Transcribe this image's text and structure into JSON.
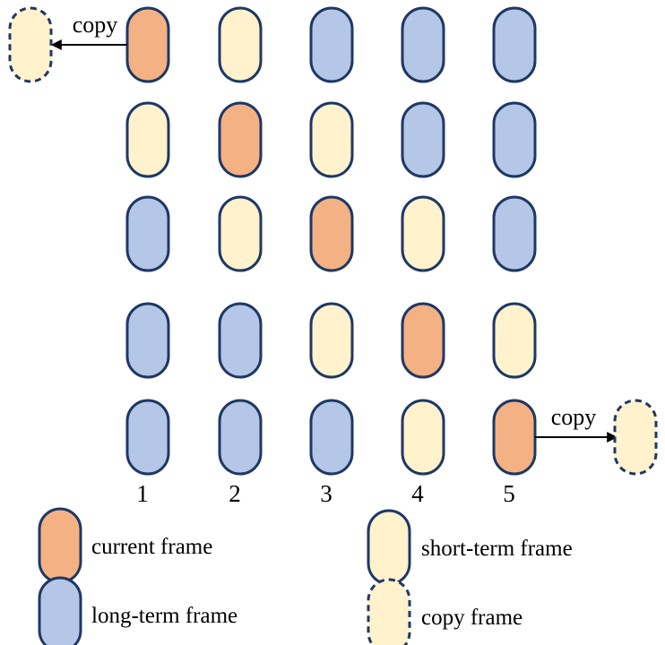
{
  "colors": {
    "current": "#F4B183",
    "short_term": "#FFF2CC",
    "long_term": "#B4C7E7",
    "copy": "#FFF2CC",
    "outline": "#1F3864",
    "arrow": "#000000"
  },
  "grid": {
    "column_labels": [
      "1",
      "2",
      "3",
      "4",
      "5"
    ],
    "rows": [
      [
        "current",
        "short_term",
        "long_term",
        "long_term",
        "long_term"
      ],
      [
        "short_term",
        "current",
        "short_term",
        "long_term",
        "long_term"
      ],
      [
        "long_term",
        "short_term",
        "current",
        "short_term",
        "long_term"
      ],
      [
        "long_term",
        "long_term",
        "short_term",
        "current",
        "short_term"
      ],
      [
        "long_term",
        "long_term",
        "long_term",
        "short_term",
        "current"
      ]
    ]
  },
  "copy_arrows": [
    {
      "label": "copy",
      "direction": "left",
      "from_row": 1,
      "from_col": 1
    },
    {
      "label": "copy",
      "direction": "right",
      "from_row": 5,
      "from_col": 5
    }
  ],
  "legend": [
    {
      "kind": "current",
      "label": "current frame"
    },
    {
      "kind": "short_term",
      "label": "short-term frame"
    },
    {
      "kind": "long_term",
      "label": "long-term frame"
    },
    {
      "kind": "copy",
      "label": "copy frame"
    }
  ]
}
